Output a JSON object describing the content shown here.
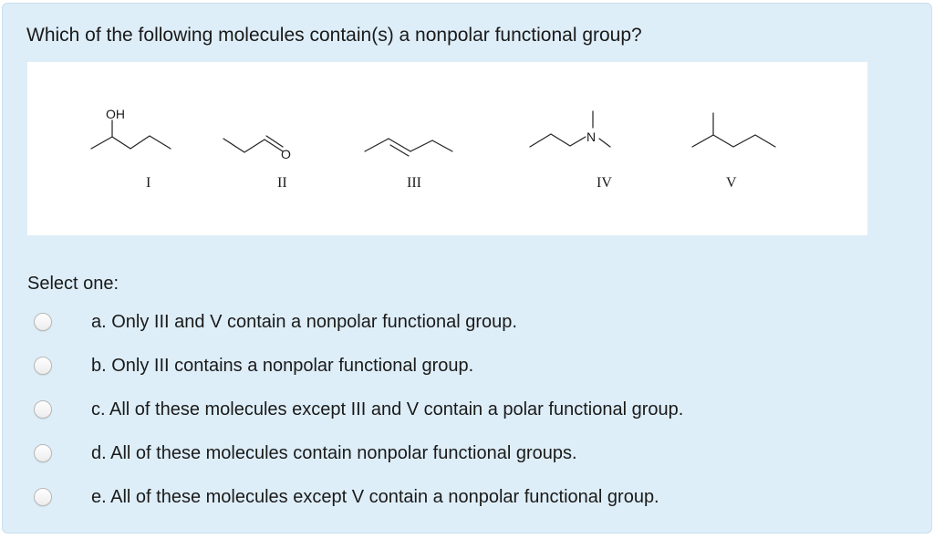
{
  "question": {
    "text": "Which of the following molecules contain(s) a nonpolar functional group?"
  },
  "figure": {
    "molecules": [
      {
        "numeral": "I",
        "atom_label": "OH"
      },
      {
        "numeral": "II",
        "atom_label": "O"
      },
      {
        "numeral": "III"
      },
      {
        "numeral": "IV",
        "atom_label": "N"
      },
      {
        "numeral": "V"
      }
    ]
  },
  "select_label": "Select one:",
  "options": [
    {
      "text": "a. Only III and V contain a nonpolar functional group."
    },
    {
      "text": "b. Only III contains a nonpolar functional group."
    },
    {
      "text": "c. All of these molecules except III and V contain a polar functional group."
    },
    {
      "text": "d. All of these molecules contain nonpolar functional groups."
    },
    {
      "text": "e. All of these molecules except V contain a nonpolar functional group."
    }
  ]
}
